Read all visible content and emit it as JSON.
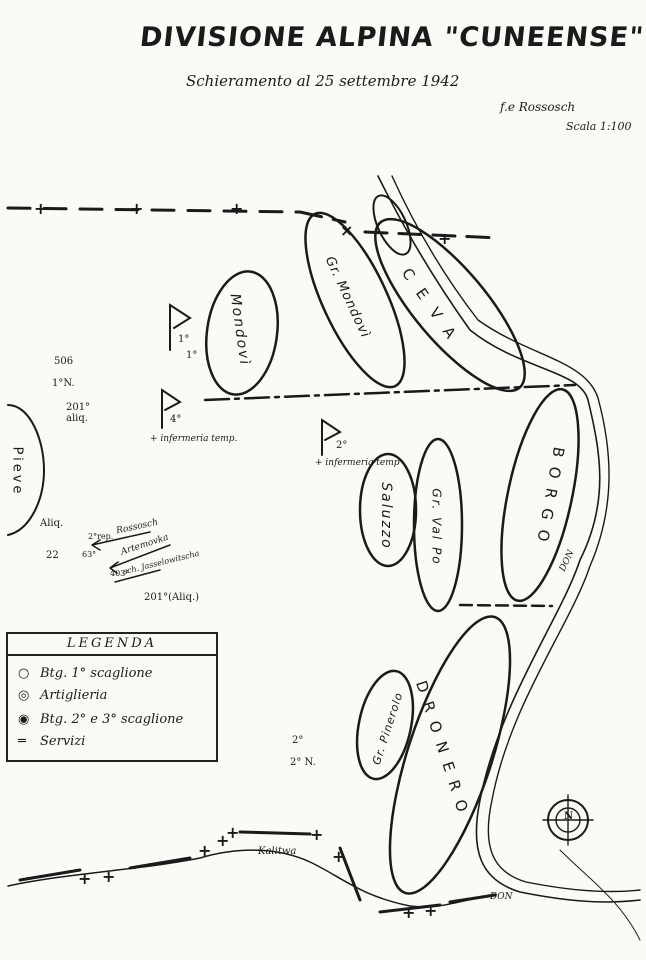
{
  "title": "DIVISIONE ALPINA \"CUNEENSE\"",
  "subtitle": "Schieramento al 25 settembre 1942",
  "place": "f.e Rossosch",
  "scale": "Scala 1:100",
  "sectors": {
    "mondovi": "Mondovì",
    "gr_mondovi": "Gr. Mondovì",
    "ceva": "CEVA",
    "borgo": "BORGO",
    "saluzzo": "Saluzzo",
    "gr_val_po": "Gr. Val Po",
    "dronero": "DRONERO",
    "gr_pinerolo": "Gr. Pinerolo",
    "pieve": "Pieve"
  },
  "markers": {
    "m1": "1°",
    "m1b": "1°",
    "m4": "4°",
    "m2": "2°",
    "inf_temp": "+ infermeria temp.",
    "inf_temp2": "+ infermeria temp",
    "s506": "506",
    "s1n": "1°N.",
    "s201": "201° aliq.",
    "aliq": "Aliq.",
    "r2": "2°rep.",
    "r22": "22",
    "r63": "63°",
    "r403": "403°",
    "r201b": "201°(Aliq.)",
    "rossosch": "Rossosch",
    "artemovka": "Artemovka",
    "town3": "sch. Jasselowitscha",
    "m2b": "2°",
    "m2n": "2° N."
  },
  "rivers": {
    "kalitwa": "Kalitwa",
    "don": "DON",
    "don2": "DON"
  },
  "compass": {
    "north": "N"
  },
  "legend": {
    "title": "LEGENDA",
    "items": [
      "Btg. 1° scaglione",
      "Artiglieria",
      "Btg. 2° e 3° scaglione",
      "Servizi"
    ]
  }
}
